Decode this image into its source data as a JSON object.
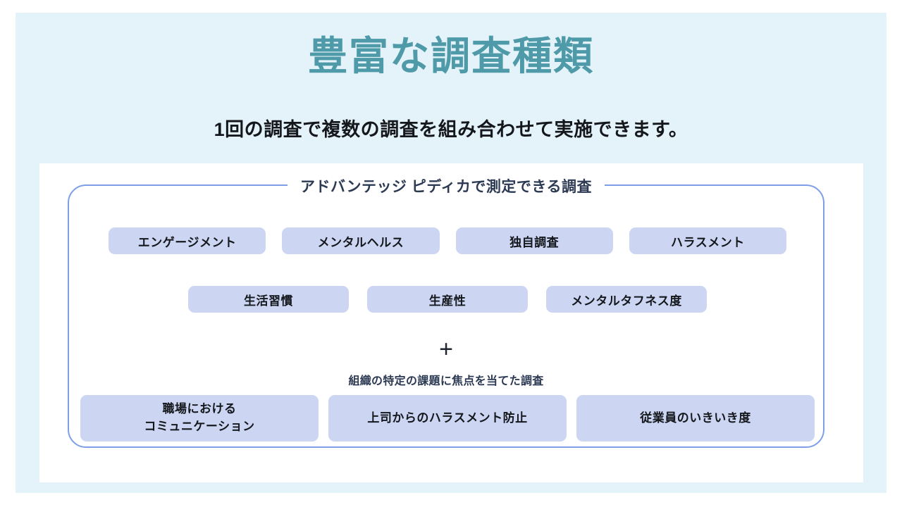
{
  "hero": {
    "title": "豊富な調査種類",
    "subtitle": "1回の調査で複数の調査を組み合わせて実施できます。",
    "title_color": "#4e9aa8",
    "background_color": "#e4f2f9"
  },
  "card": {
    "legend": "アドバンテッジ ピディカで測定できる調査",
    "border_color": "#7e9fe8",
    "chip_color": "#ccd6f2",
    "survey_rows": [
      {
        "row_name": "primary-surveys",
        "chips": [
          {
            "label": "エンゲージメント"
          },
          {
            "label": "メンタルヘルス"
          },
          {
            "label": "独自調査"
          },
          {
            "label": "ハラスメント"
          }
        ]
      },
      {
        "row_name": "secondary-surveys",
        "chips": [
          {
            "label": "生活習慣"
          },
          {
            "label": "生産性"
          },
          {
            "label": "メンタルタフネス度"
          }
        ]
      }
    ],
    "plus_symbol": "+",
    "mid_caption": "組織の特定の課題に焦点を当てた調査",
    "focus_chips": [
      {
        "line1": "職場における",
        "line2": "コミュニケーション"
      },
      {
        "line1": "上司からのハラスメント防止",
        "line2": ""
      },
      {
        "line1": "従業員のいきいき度",
        "line2": ""
      }
    ]
  }
}
